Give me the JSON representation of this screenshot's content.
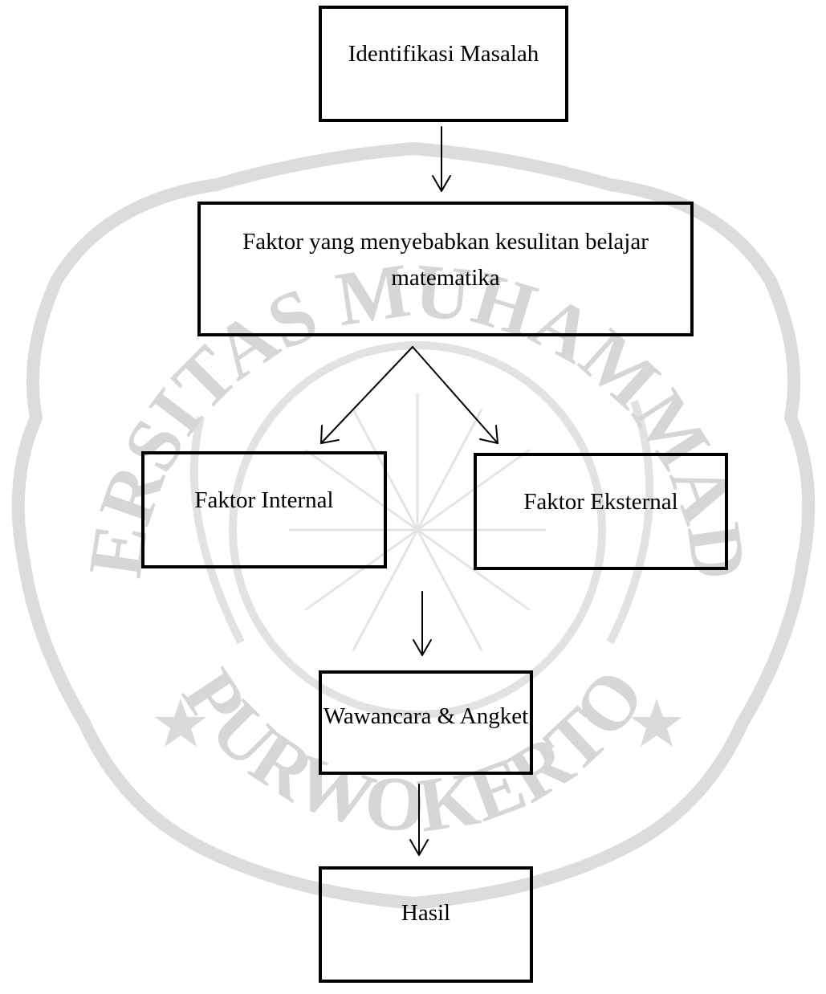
{
  "watermark": {
    "arc_top": "UNIVERSITAS MUHAMMADIYAH",
    "arc_bottom": "PURWOKERTO",
    "color": "#dcdcdc"
  },
  "nodes": {
    "identifikasi": "Identifikasi Masalah",
    "faktor": "Faktor yang menyebabkan kesulitan belajar matematika",
    "internal": "Faktor Internal",
    "eksternal": "Faktor Eksternal",
    "wawancara": "Wawancara & Angket",
    "hasil": "Hasil"
  },
  "edges": [
    {
      "from": "identifikasi",
      "to": "faktor"
    },
    {
      "from": "faktor",
      "to": "internal"
    },
    {
      "from": "faktor",
      "to": "eksternal"
    },
    {
      "from": "internal/eksternal",
      "to": "wawancara"
    },
    {
      "from": "wawancara",
      "to": "hasil"
    }
  ]
}
